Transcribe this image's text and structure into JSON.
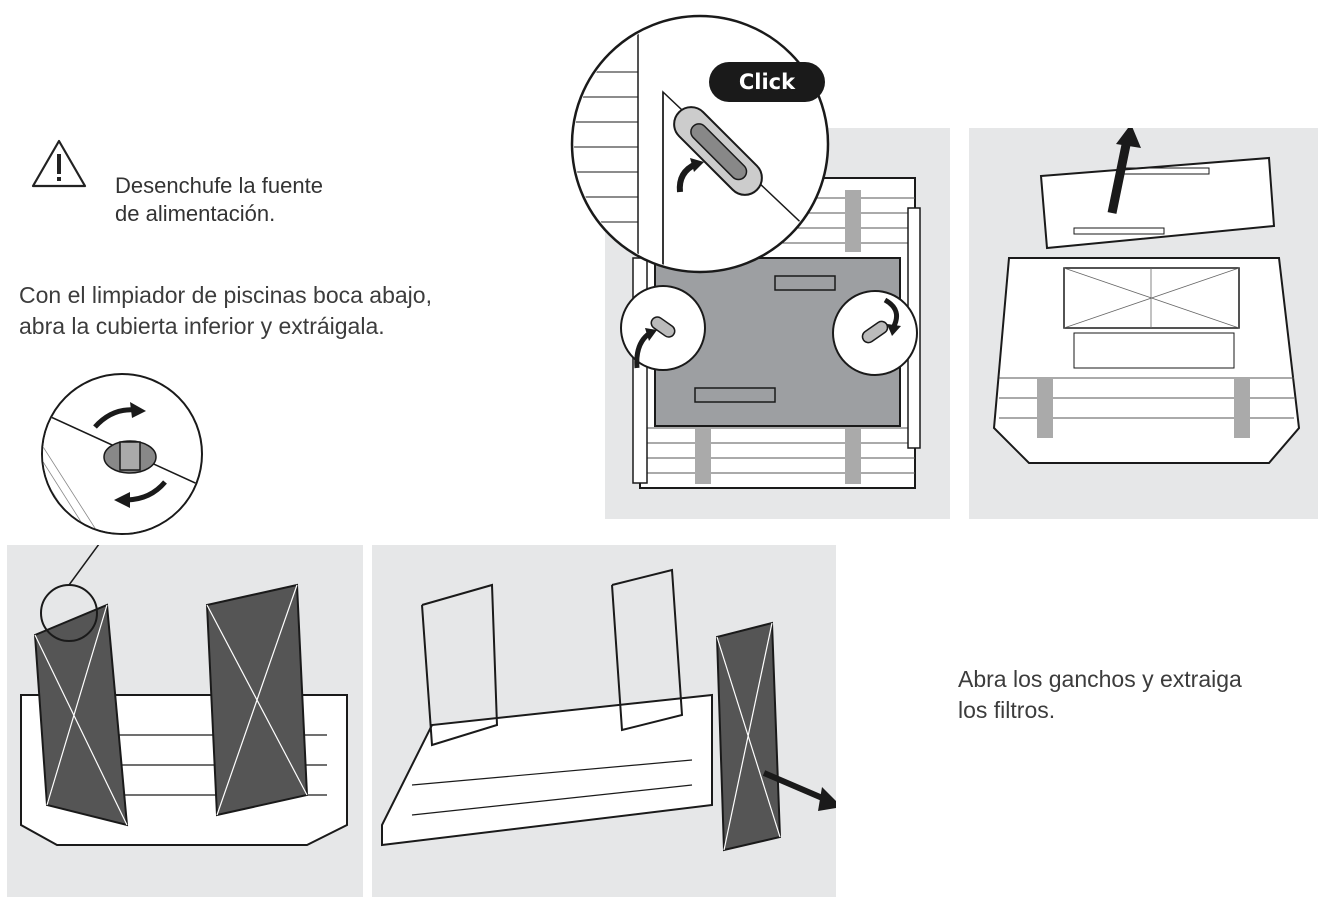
{
  "warning": {
    "icon": "warning-triangle-icon",
    "line1": "Desenchufe la fuente",
    "line2": "de alimentación."
  },
  "step1": {
    "line1": "Con el limpiador de piscinas boca abajo,",
    "line2": "abra la cubierta inferior y extráigala."
  },
  "step2": {
    "line1": "Abra los ganchos y extraiga",
    "line2": "los filtros."
  },
  "badge": {
    "label": "Click"
  },
  "colors": {
    "panel_bg": "#e6e7e8",
    "text": "#333333",
    "ink": "#1a1a1a"
  }
}
